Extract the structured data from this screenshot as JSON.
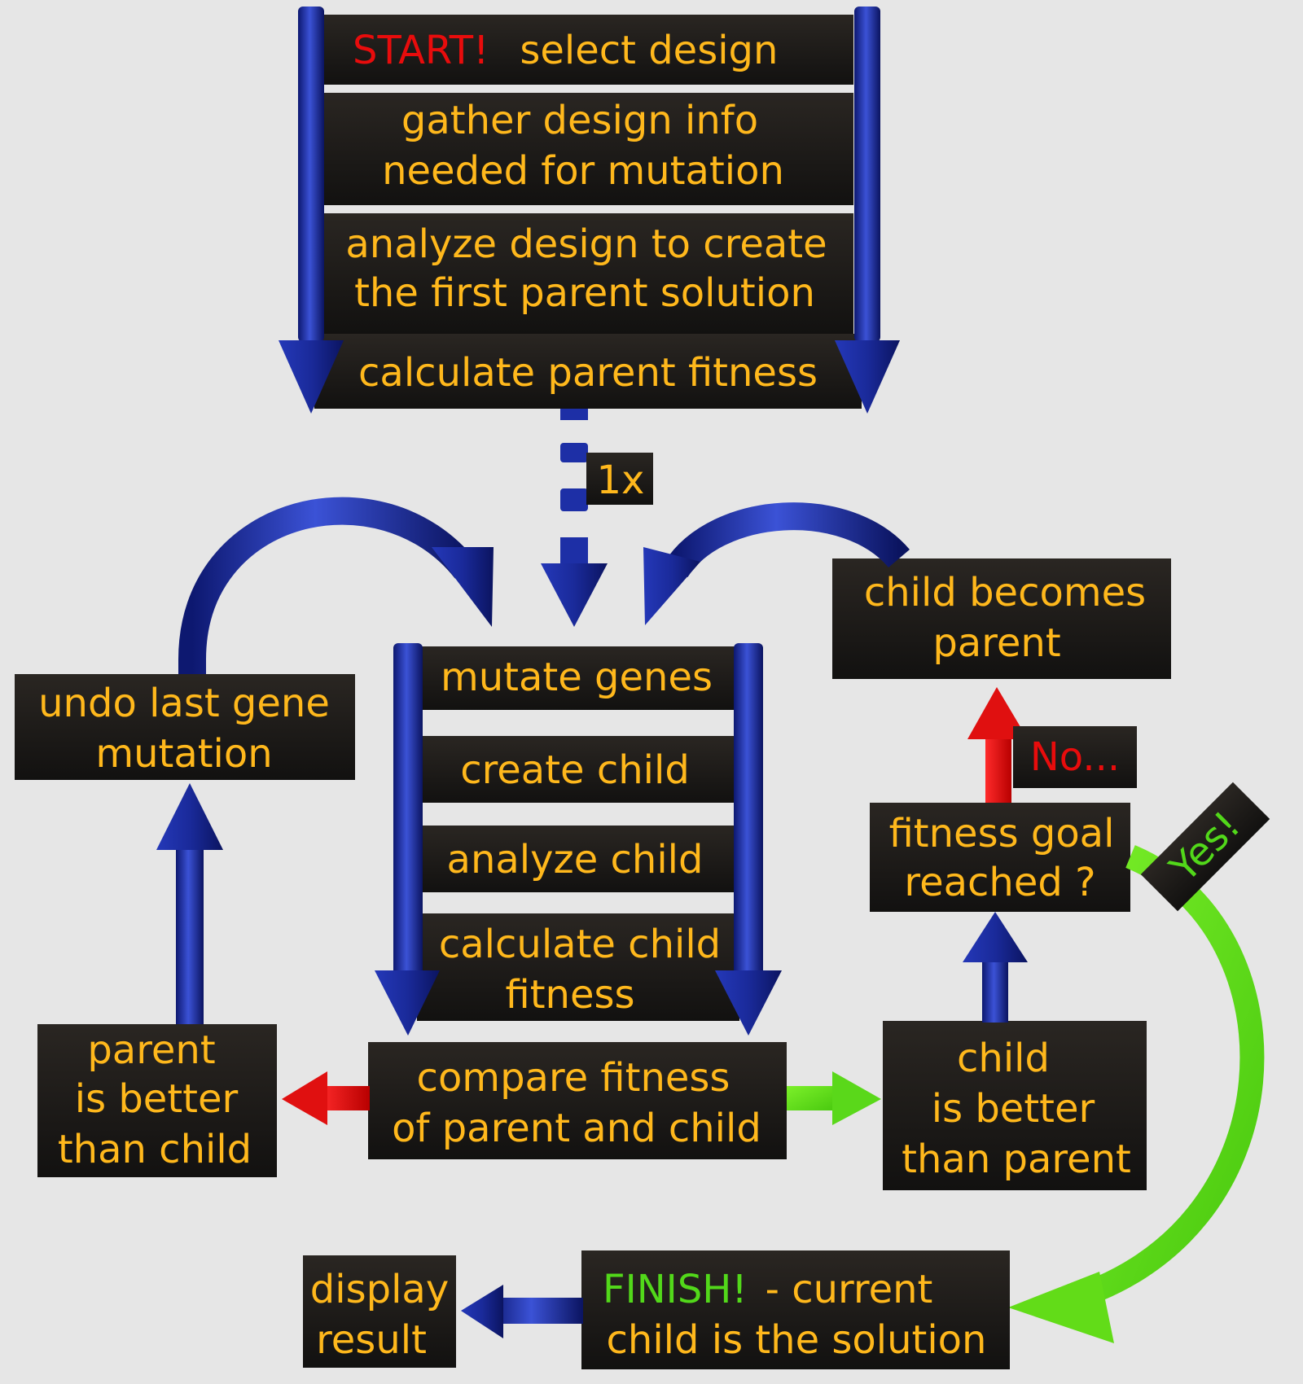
{
  "colors": {
    "background": "#e6e6e6",
    "box": "#1a1714",
    "text": "#ffb81c",
    "start": "#e80c0c",
    "finish": "#52d81a",
    "arrow_blue": "#1d2fa6",
    "arrow_red": "#e80c0c",
    "arrow_green": "#64e21c"
  },
  "top": {
    "start_word": "START!",
    "select_design": "select design",
    "gather_line1": "gather design info",
    "gather_line2": "needed for mutation",
    "analyze_line1": "analyze design to create",
    "analyze_line2": "the first parent solution",
    "calc_parent": "calculate parent fitness"
  },
  "once_label": "1x",
  "loop": {
    "mutate": "mutate genes",
    "create": "create child",
    "analyze": "analyze child",
    "calc_line1": "calculate child",
    "calc_line2": "fitness",
    "compare_line1": "compare fitness",
    "compare_line2": "of parent and child"
  },
  "left": {
    "undo_line1": "undo last gene",
    "undo_line2": "mutation",
    "parent_line1": "parent",
    "parent_line2": "is better",
    "parent_line3": "than child"
  },
  "right": {
    "becomes_line1": "child becomes",
    "becomes_line2": "parent",
    "no_label": "No...",
    "goal_line1": "fitness goal",
    "goal_line2": "reached ?",
    "yes_label": "Yes!",
    "child_line1": "child",
    "child_line2": "is better",
    "child_line3": "than parent"
  },
  "bottom": {
    "finish_word": "FINISH!",
    "finish_rest": "- current",
    "finish_line2": "child is the solution",
    "display_line1": "display",
    "display_line2": "result"
  }
}
